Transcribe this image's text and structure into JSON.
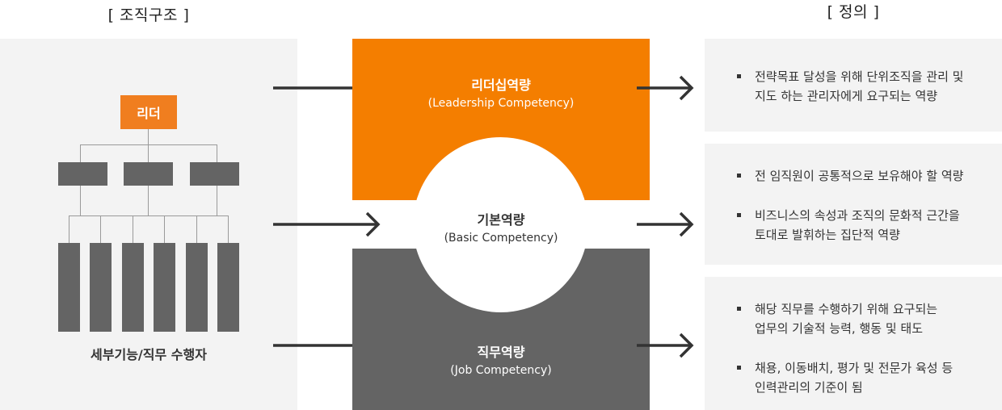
{
  "left_section": {
    "title": "[ 조직구조 ]",
    "leader_label": "리더",
    "bottom_label": "세부기능/직무 수행자"
  },
  "right_section": {
    "title": "[ 정의 ]"
  },
  "competencies": [
    {
      "title": "리더십역량",
      "subtitle": "(Leadership Competency)"
    },
    {
      "title": "기본역량",
      "subtitle": "(Basic Competency)"
    },
    {
      "title": "직무역량",
      "subtitle": "(Job Competency)"
    }
  ],
  "definitions": [
    {
      "items": [
        {
          "line1": "전략목표 달성을 위해 단위조직을 관리 및",
          "line2": "지도 하는 관리자에게 요구되는 역량"
        }
      ]
    },
    {
      "items": [
        {
          "line1": "전 임직원이 공통적으로 보유해야 할 역량",
          "line2": ""
        },
        {
          "line1": "비즈니스의 속성과 조직의 문화적 근간을",
          "line2": "토대로 발휘하는 집단적 역량"
        }
      ]
    },
    {
      "items": [
        {
          "line1": "해당 직무를 수행하기 위해 요구되는",
          "line2": "업무의 기술적 능력, 행동 및 태도"
        },
        {
          "line1": "채용, 이동배치, 평가 및 전문가 육성 등",
          "line2": "인력관리의 기준이 됨"
        }
      ]
    }
  ],
  "colors": {
    "accent_orange": "#f47e00",
    "leader_orange": "#f07e1f",
    "gray_block": "#646464",
    "panel_bg": "#f3f3f3"
  },
  "icons": {
    "arrow": "right-arrow-icon",
    "bullet": "square-bullet-icon"
  }
}
